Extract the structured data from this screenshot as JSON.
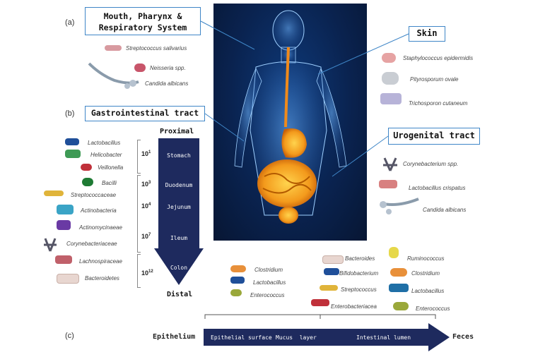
{
  "panel_labels": {
    "a": "(a)",
    "b": "(b)",
    "c": "(c)"
  },
  "boxes": {
    "mouth": "Mouth, Pharynx & Respiratory System",
    "skin": "Skin",
    "gi": "Gastrointestinal tract",
    "urogenital": "Urogenital tract"
  },
  "mouth_organisms": [
    "Streptococcus salivarius",
    "Neisseria spp.",
    "Candida albicans"
  ],
  "skin_organisms": [
    "Staphylococcus epidermidis",
    "Pityrosporum ovale",
    "Trichosporon cutaneum"
  ],
  "urogenital_organisms": [
    "Corynebacterium spp.",
    "Lactobacillus crispatus",
    "Candida albicans"
  ],
  "gi_left_organisms": [
    "Lactobacillus",
    "Helicobacter",
    "Veillonella",
    "Bacilli",
    "Streptococcaceae",
    "Actinobacteria",
    "Actinomycinaeae",
    "Corynebacteriaceae",
    "Lachnospiraceae",
    "Bacteroidetes"
  ],
  "gi_tract": {
    "proximal": "Proximal",
    "distal": "Distal",
    "segments": [
      "Stomach",
      "Duodenum",
      "Jejunum",
      "Ileum",
      "Colon"
    ],
    "powers": [
      {
        "base": "10",
        "exp": "1"
      },
      {
        "base": "10",
        "exp": "3"
      },
      {
        "base": "10",
        "exp": "4"
      },
      {
        "base": "10",
        "exp": "7"
      },
      {
        "base": "10",
        "exp": "12"
      }
    ]
  },
  "mucus_organisms": [
    "Clostridium",
    "Lactobacillus",
    "Enterococcus"
  ],
  "lumen_organisms_col1": [
    "Bacteroides",
    "Bifidobacterium",
    "Streptococcus",
    "Enterobacteriacea"
  ],
  "lumen_organisms_col2": [
    "Ruminococcus",
    "Clostridium",
    "Lactobacillus",
    "Enterococcus"
  ],
  "bottom_arrow": {
    "epithelium": "Epithelium",
    "epithelial_surface": "Epithelial surface",
    "mucus_layer": "Mucus  layer",
    "intestinal_lumen": "Intestinal lumen",
    "feces": "Feces"
  },
  "colors": {
    "box_border": "#3f86c7",
    "arrow": "#1e2a5e",
    "body_bg": "#0a2350"
  }
}
